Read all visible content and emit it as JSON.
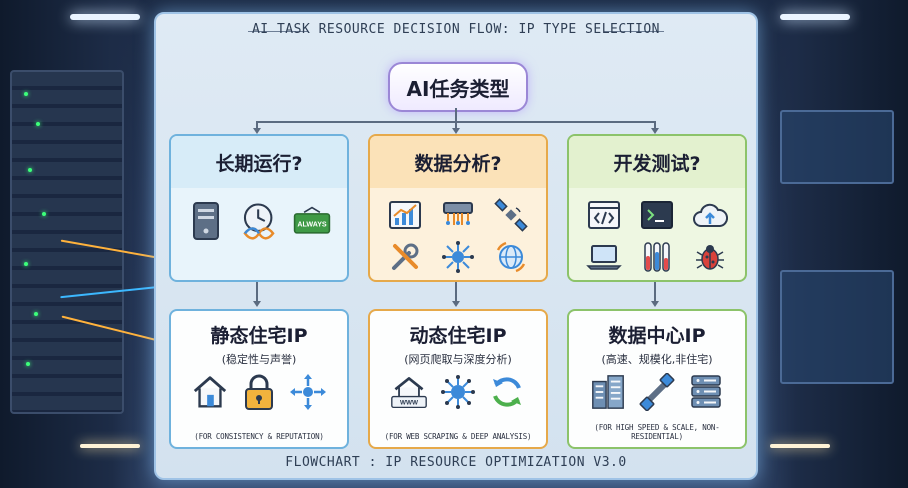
{
  "header": {
    "title": "AI TASK RESOURCE DECISION FLOW: IP TYPE SELECTION"
  },
  "footer": {
    "title": "FLOWCHART : IP RESOURCE OPTIMIZATION V3.0"
  },
  "root": {
    "label": "AI任务类型"
  },
  "branches": [
    {
      "question": "长期运行?",
      "icons": [
        "server-icon",
        "clock-icon",
        "infinity-icon",
        "always-sign-icon"
      ],
      "always_label": "ALWAYS",
      "result_title": "静态住宅IP",
      "result_subtitle": "(稳定性与声誉)",
      "result_icons": [
        "house-icon",
        "lock-icon",
        "move-arrows-icon"
      ],
      "result_note": "(FOR CONSISTENCY & REPUTATION)",
      "head_color": "#d7ecf8",
      "border_color": "#6fb2dd",
      "body_color": "#e8f4fb"
    },
    {
      "question": "数据分析?",
      "icons": [
        "chart-icon",
        "network-hub-icon",
        "satellite-icon",
        "tools-icon",
        "node-network-icon",
        "globe-icon"
      ],
      "result_title": "动态住宅IP",
      "result_subtitle": "(网页爬取与深度分析)",
      "result_icons": [
        "www-house-icon",
        "network-node-icon",
        "refresh-icon"
      ],
      "result_note": "(FOR WEB SCRAPING & DEEP ANALYSIS)",
      "www_label": "WWW",
      "head_color": "#fbe2b8",
      "border_color": "#e6a94a",
      "body_color": "#fdf1dc"
    },
    {
      "question": "开发测试?",
      "icons": [
        "code-window-icon",
        "terminal-icon",
        "cloud-upload-icon",
        "laptop-icon",
        "test-tubes-icon",
        "bug-icon"
      ],
      "result_title": "数据中心IP",
      "result_subtitle": "(高速、规模化,非住宅)",
      "result_icons": [
        "datacenter-icon",
        "cable-icon",
        "server-stack-icon"
      ],
      "result_note": "(FOR HIGH SPEED & SCALE, NON-RESIDENTIAL)",
      "head_color": "#e3f1cf",
      "border_color": "#8cc36a",
      "body_color": "#eef7e2"
    }
  ]
}
